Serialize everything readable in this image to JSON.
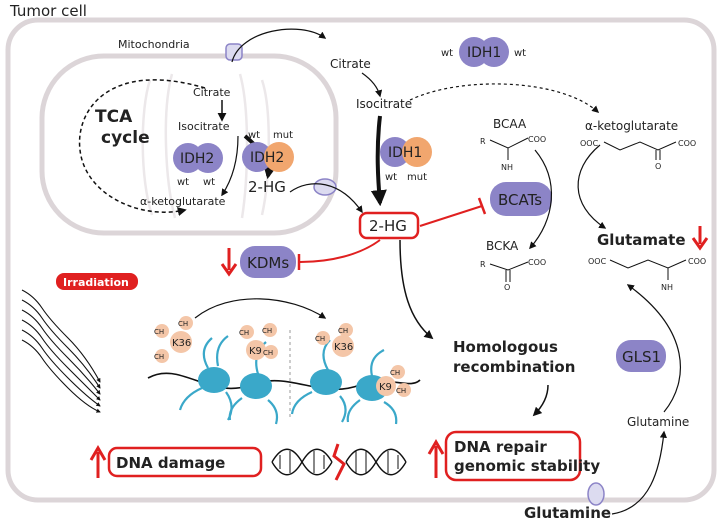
{
  "title": "Tumor cell",
  "organelle_label": "Mitochondria",
  "tca": {
    "line1": "TCA",
    "line2": "cycle"
  },
  "mito_metabolites": {
    "citrate": "Citrate",
    "isocitrate": "Isocitrate",
    "akg": "α-ketoglutarate",
    "two_hg": "2-HG"
  },
  "mito_idh2_wt": {
    "name": "IDH2",
    "left": "wt",
    "right": "wt"
  },
  "mito_idh2_mut": {
    "name": "IDH2",
    "left": "wt",
    "right": "mut"
  },
  "cyto_metabolites": {
    "citrate": "Citrate",
    "isocitrate": "Isocitrate",
    "akg": "α-ketoglutarate",
    "two_hg": "2-HG",
    "bcaa": "BCAA",
    "bcka": "BCKA",
    "glutamate": "Glutamate",
    "glutamine_in": "Glutamine",
    "glutamine_out": "Glutamine"
  },
  "chem": {
    "r": "R",
    "coo": "COO",
    "nh2": "NH",
    "o": "O",
    "ooc": "OOC"
  },
  "idh1_wt": {
    "name": "IDH1",
    "left": "wt",
    "right": "wt"
  },
  "idh1_mut": {
    "name": "IDH1",
    "left": "wt",
    "right": "mut"
  },
  "enzymes": {
    "bcats": "BCATs",
    "kdms": "KDMs",
    "gls1": "GLS1"
  },
  "irradiation": "Irradiation",
  "histone_marks": {
    "k36": "K36",
    "k9": "K9",
    "ch3": "CH",
    "three": "3"
  },
  "outcomes": {
    "hr_line1": "Homologous",
    "hr_line2": "recombination",
    "dna_damage": "DNA damage",
    "repair_line1": "DNA repair",
    "repair_line2": "genomic stability"
  },
  "colors": {
    "cell_border": "#dcd5d8",
    "idh_purple": "#8c84c7",
    "idh_orange": "#f1a66e",
    "accent_red": "#e02020",
    "dna_teal": "#3aa8c9",
    "methyl_peach": "#f4c6a8"
  }
}
